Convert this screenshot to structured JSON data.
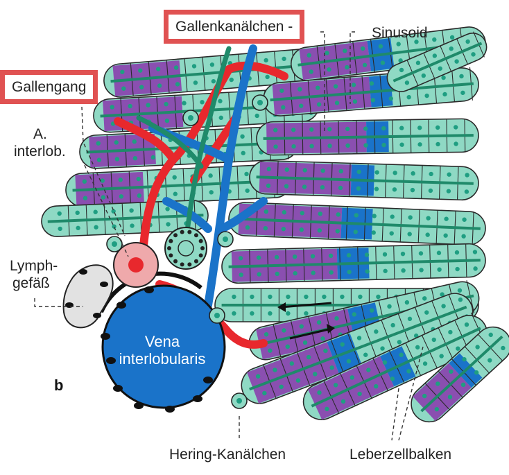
{
  "labels": {
    "gallenkanaelchen": "Gallenkanälchen -",
    "sinusoid": "Sinusoid",
    "gallengang": "Gallengang",
    "a_interlob_line1": "A.",
    "a_interlob_line2": "interlob.",
    "lymph_line1": "Lymph-",
    "lymph_line2": "gefäß",
    "vena_line1": "Vena",
    "vena_line2": "interlobularis",
    "panel": "b",
    "hering": "Hering-Kanälchen",
    "leberzellbalken": "Leberzellbalken"
  },
  "colors": {
    "hepatocyte": "#8fd9c4",
    "cell_border": "#2a2a2a",
    "nucleus": "#1f9e82",
    "canaliculus": "#1f8a6a",
    "artery": "#e8282d",
    "vein": "#1a73c9",
    "sinusoid_purple": "#8a4fb0",
    "highlight_box": "#e05252",
    "lymph": "#e2e2e2"
  }
}
